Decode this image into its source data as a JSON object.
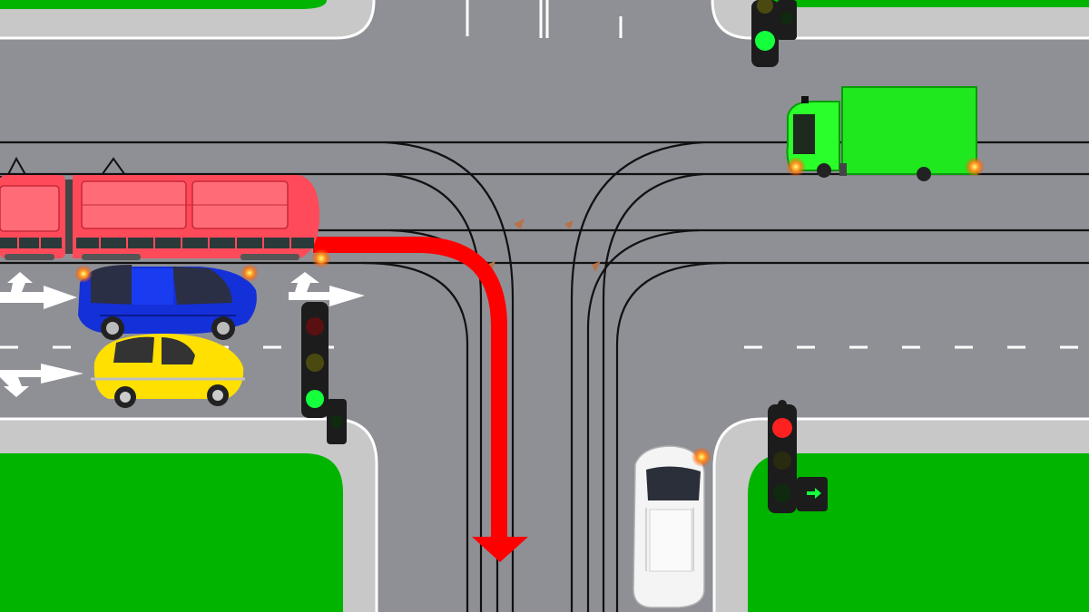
{
  "scene": {
    "kind": "traffic intersection illustration",
    "colors": {
      "road": "#8f9096",
      "grass": "#00b400",
      "sidewalk": "#c8c8c8",
      "curb": "#ffffff",
      "rail": "#111111",
      "tram": "#ff4a5a",
      "tram_route": "#ff0000",
      "blue_car": "#1430d8",
      "yellow_car": "#ffe000",
      "truck": "#1fe81f",
      "white_car": "#f4f4f4",
      "signal_body": "#1c1c1c",
      "signal_red": "#ff2020",
      "signal_green": "#14ff3c",
      "turn_lamp": "#ff8a1a",
      "lane_arrow": "#ffffff"
    },
    "traffic_lights": [
      {
        "name": "traffic-light-left",
        "red": "dim",
        "yellow": "dim",
        "green": "on",
        "arrow_section": "dim"
      },
      {
        "name": "traffic-light-top",
        "red": "dim",
        "yellow": "dim",
        "green": "on"
      },
      {
        "name": "traffic-light-right",
        "red": "on",
        "yellow": "dim",
        "green": "dim",
        "arrow_section": "green-right-arrow"
      }
    ],
    "vehicles": [
      {
        "name": "tram",
        "turn_signal": "right"
      },
      {
        "name": "blue-car",
        "turn_signal": "right"
      },
      {
        "name": "yellow-car",
        "turn_signal": "none"
      },
      {
        "name": "green-truck",
        "turn_signal": "left"
      },
      {
        "name": "white-car",
        "turn_signal": "left"
      }
    ],
    "route": {
      "name": "tram-route-arrow",
      "direction": "right-turn"
    },
    "lane_arrows": [
      {
        "name": "lane-arrow-upper",
        "meaning": "straight-or-left"
      },
      {
        "name": "lane-arrow-lower",
        "meaning": "straight-or-left"
      },
      {
        "name": "lane-arrow-tram",
        "meaning": "straight-or-left"
      }
    ]
  }
}
